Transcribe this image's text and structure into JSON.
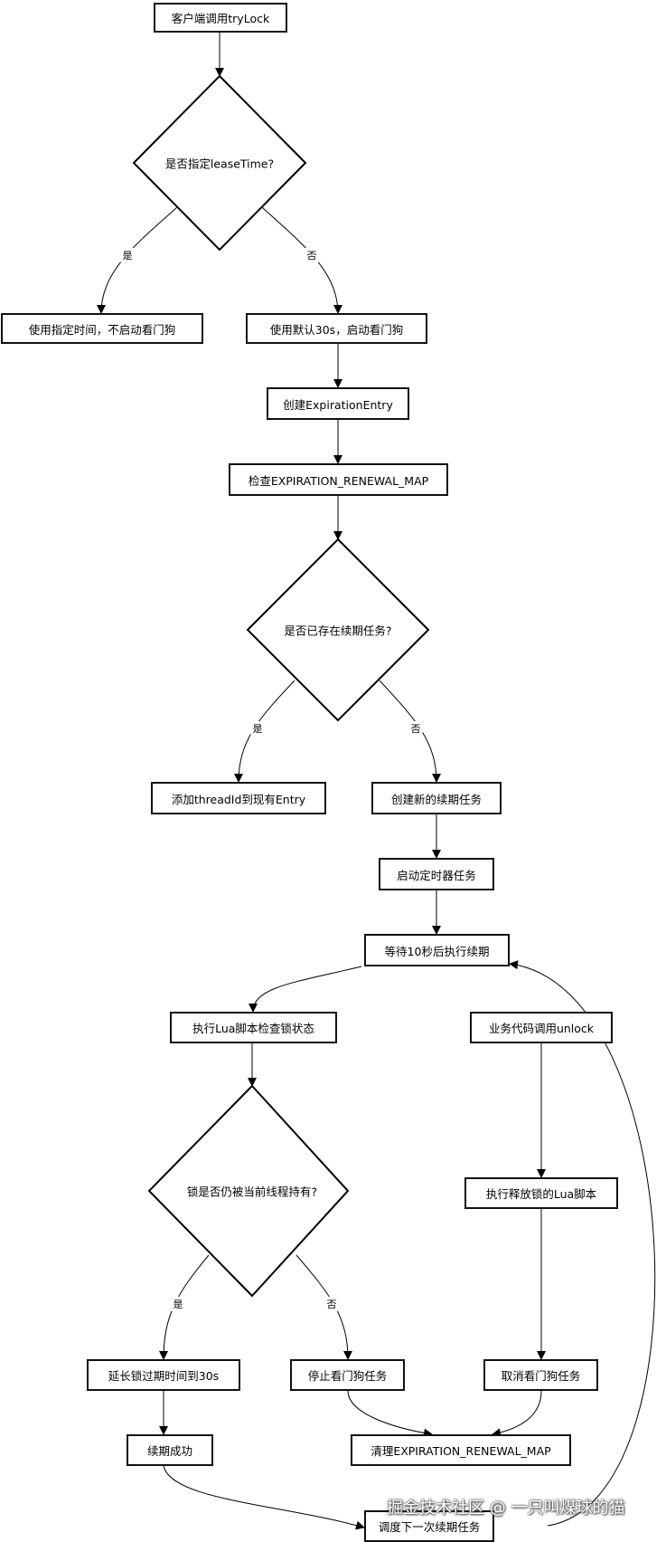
{
  "nodes": {
    "start": "客户端调用tryLock",
    "d_lease": "是否指定leaseTime?",
    "use_specified": "使用指定时间，不启动看门狗",
    "use_default": "使用默认30s，启动看门狗",
    "create_entry": "创建ExpirationEntry",
    "check_map": "检查EXPIRATION_RENEWAL_MAP",
    "d_exists": "是否已存在续期任务?",
    "add_thread": "添加threadId到现有Entry",
    "create_task": "创建新的续期任务",
    "start_timer": "启动定时器任务",
    "wait10": "等待10秒后执行续期",
    "exec_lua": "执行Lua脚本检查锁状态",
    "d_held": "锁是否仍被当前线程持有?",
    "extend": "延长锁过期时间到30s",
    "stop_dog": "停止看门狗任务",
    "renew_ok": "续期成功",
    "clean_map": "清理EXPIRATION_RENEWAL_MAP",
    "schedule_next": "调度下一次续期任务",
    "biz_unlock": "业务代码调用unlock",
    "exec_release": "执行释放锁的Lua脚本",
    "cancel_dog": "取消看门狗任务"
  },
  "edge_labels": {
    "yes": "是",
    "no": "否"
  },
  "watermark": "掘金技术社区 @ 一只叫煤球的猫"
}
